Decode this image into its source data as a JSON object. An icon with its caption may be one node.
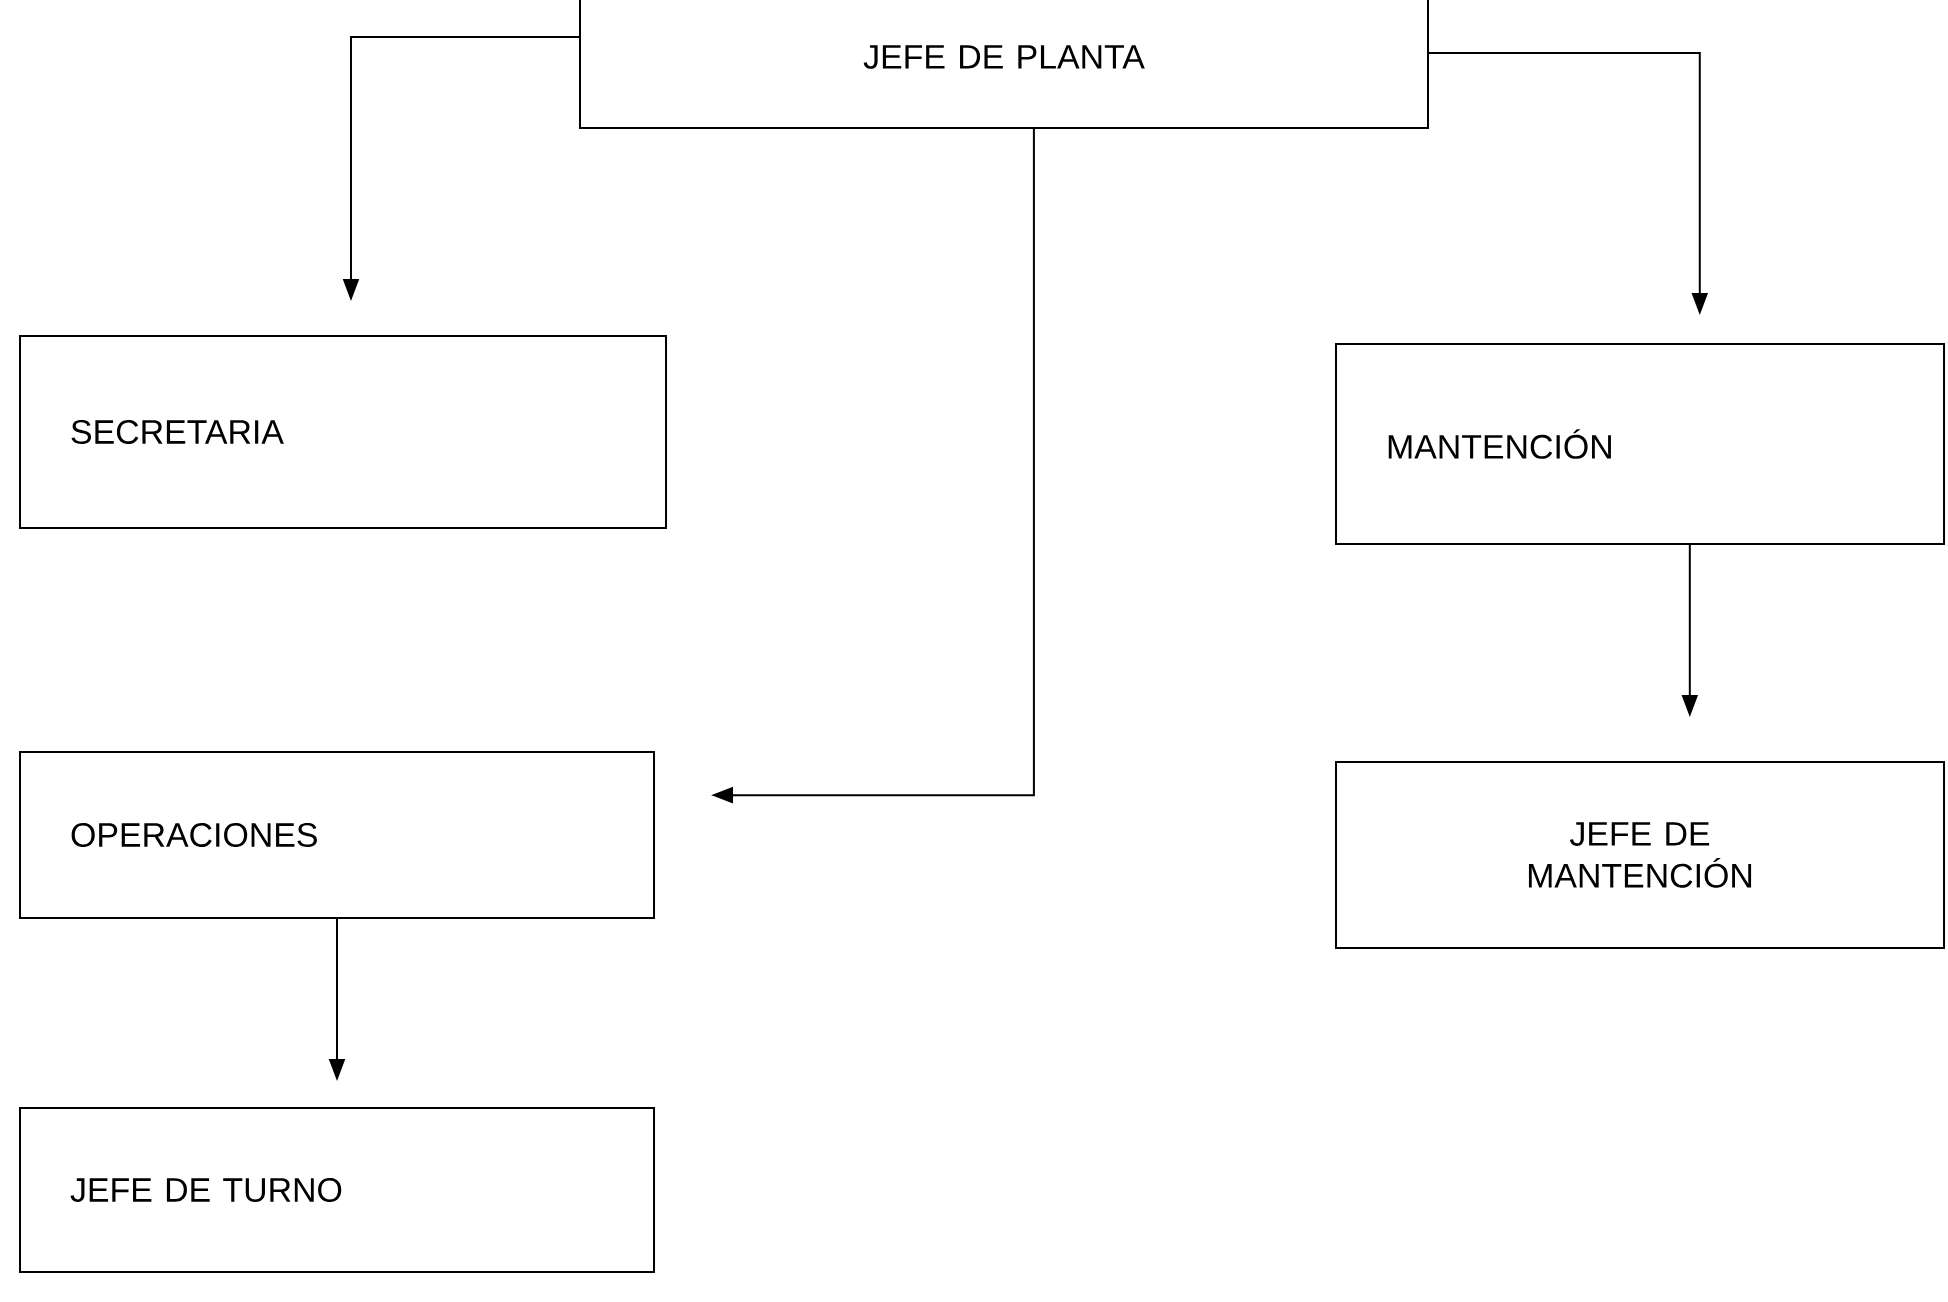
{
  "diagram": {
    "nodes": [
      {
        "text": [
          "JEFE DE PLANTA"
        ]
      },
      {
        "text": [
          "SECRETARIA"
        ]
      },
      {
        "text": [
          "MANTENCIÓN"
        ]
      },
      {
        "text": [
          "OPERACIONES"
        ]
      },
      {
        "text": [
          "JEFE DE MANTENCIÓN"
        ]
      },
      {
        "text": [
          "JEFE DE TURNO"
        ]
      }
    ],
    "edges": [
      {
        "from": 0,
        "to": 1,
        "arrow": "to"
      },
      {
        "from": 0,
        "to": 3,
        "arrow": "to"
      },
      {
        "from": 0,
        "to": 2,
        "arrow": "to"
      },
      {
        "from": 2,
        "to": 4,
        "arrow": "to"
      },
      {
        "from": 3,
        "to": 5,
        "arrow": "to"
      }
    ]
  }
}
